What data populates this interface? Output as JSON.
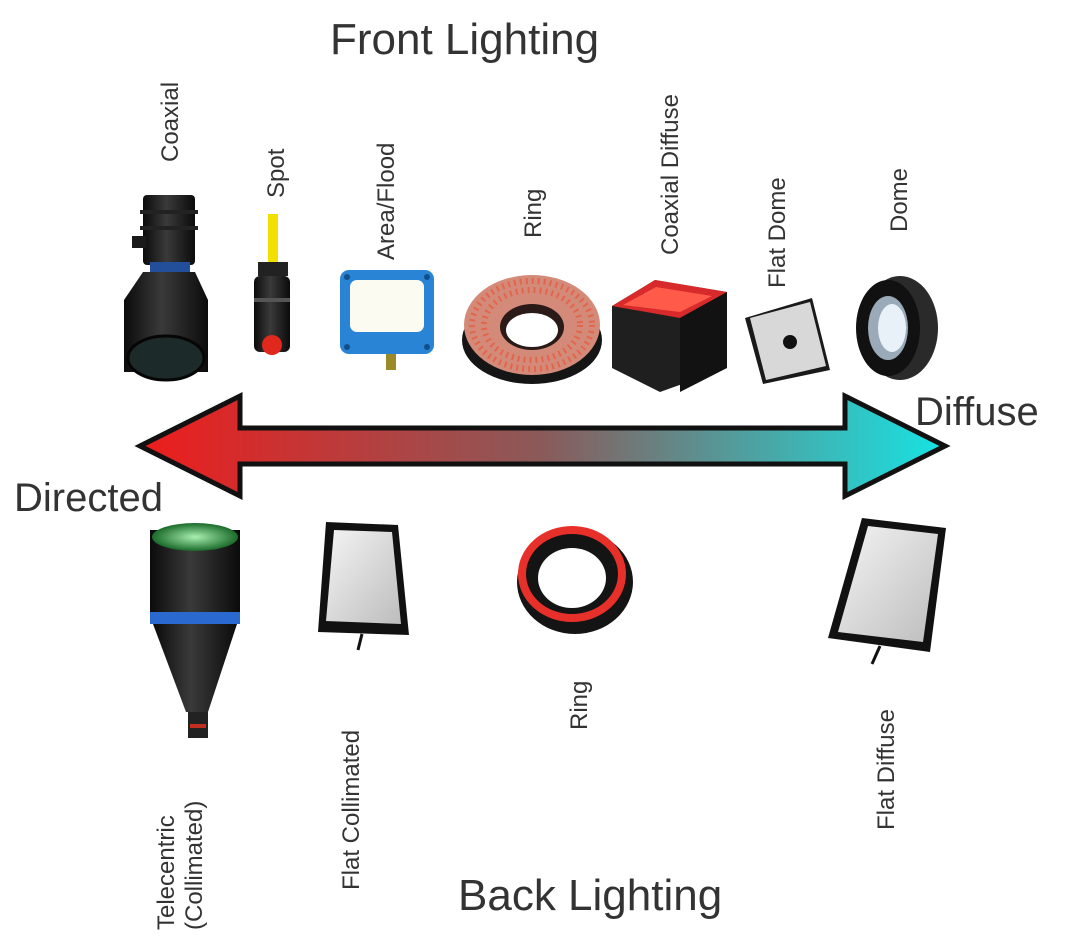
{
  "title_front": "Front Lighting",
  "title_back": "Back Lighting",
  "scale": {
    "left_label": "Directed",
    "right_label": "Diffuse",
    "left_color": "#ee1c1c",
    "mid_color": "#8a5a5a",
    "right_color": "#17e3e3"
  },
  "front_lights": [
    {
      "label": "Coaxial",
      "icon": "coaxial-light-icon"
    },
    {
      "label": "Spot",
      "icon": "spot-light-icon"
    },
    {
      "label": "Area/Flood",
      "icon": "area-flood-light-icon"
    },
    {
      "label": "Ring",
      "icon": "ring-light-icon"
    },
    {
      "label": "Coaxial Diffuse",
      "icon": "coaxial-diffuse-light-icon"
    },
    {
      "label": "Flat Dome",
      "icon": "flat-dome-light-icon"
    },
    {
      "label": "Dome",
      "icon": "dome-light-icon"
    }
  ],
  "back_lights": [
    {
      "label_line1": "Telecentric",
      "label_line2": "(Collimated)",
      "icon": "telecentric-light-icon"
    },
    {
      "label": "Flat Collimated",
      "icon": "flat-collimated-light-icon"
    },
    {
      "label": "Ring",
      "icon": "back-ring-light-icon"
    },
    {
      "label": "Flat Diffuse",
      "icon": "flat-diffuse-light-icon"
    }
  ]
}
